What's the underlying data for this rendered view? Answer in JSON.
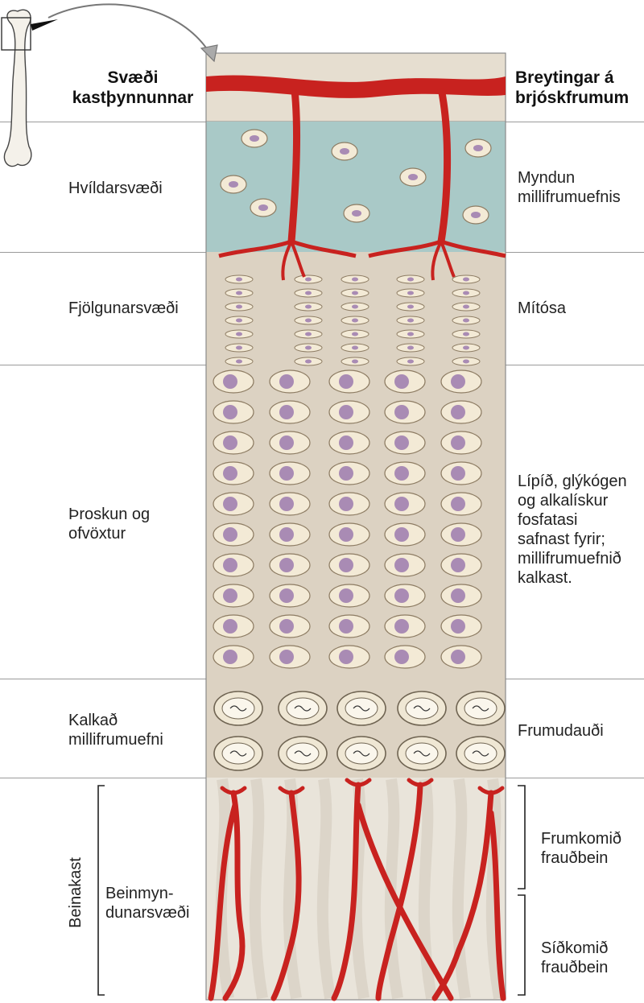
{
  "headers": {
    "left": [
      "Svæði",
      "kastþynnunnar"
    ],
    "right": [
      "Breytingar á",
      "brjóskfrumum"
    ]
  },
  "zones": [
    {
      "name": [
        "Hvíldarsvæði"
      ],
      "change": [
        "Myndun",
        "millifrumuefnis"
      ]
    },
    {
      "name": [
        "Fjölgunarsvæði"
      ],
      "change": [
        "Mítósa"
      ]
    },
    {
      "name": [
        "Þroskun og",
        "ofvöxtur"
      ],
      "change": [
        "Lípíð, glýkógen",
        "og alkalískur",
        "fosfatasi",
        "safnast fyrir;",
        "millifrumuefnið",
        "kalkast."
      ]
    },
    {
      "name": [
        "Kalkað",
        "millifrumuefni"
      ],
      "change": [
        "Frumudauði"
      ]
    },
    {
      "name": [
        "Beinmyndunarsvæði"
      ],
      "name_lines": [
        "Beinmyn-",
        "dunarsvæði"
      ],
      "change": []
    }
  ],
  "ossification": {
    "bracket_label": "Beinakast",
    "subzones": [
      [
        "Frumkomið",
        "frauðbein"
      ],
      [
        "Síðkomið",
        "frauðbein"
      ]
    ]
  },
  "colors": {
    "vessel": "#c8221f",
    "resting_matrix": "#a9c9c7",
    "cartilage_matrix": "#dcd2c2",
    "cell_body": "#f3ead6",
    "nucleus": "#a98bb4",
    "bone": "#e9e4da"
  }
}
